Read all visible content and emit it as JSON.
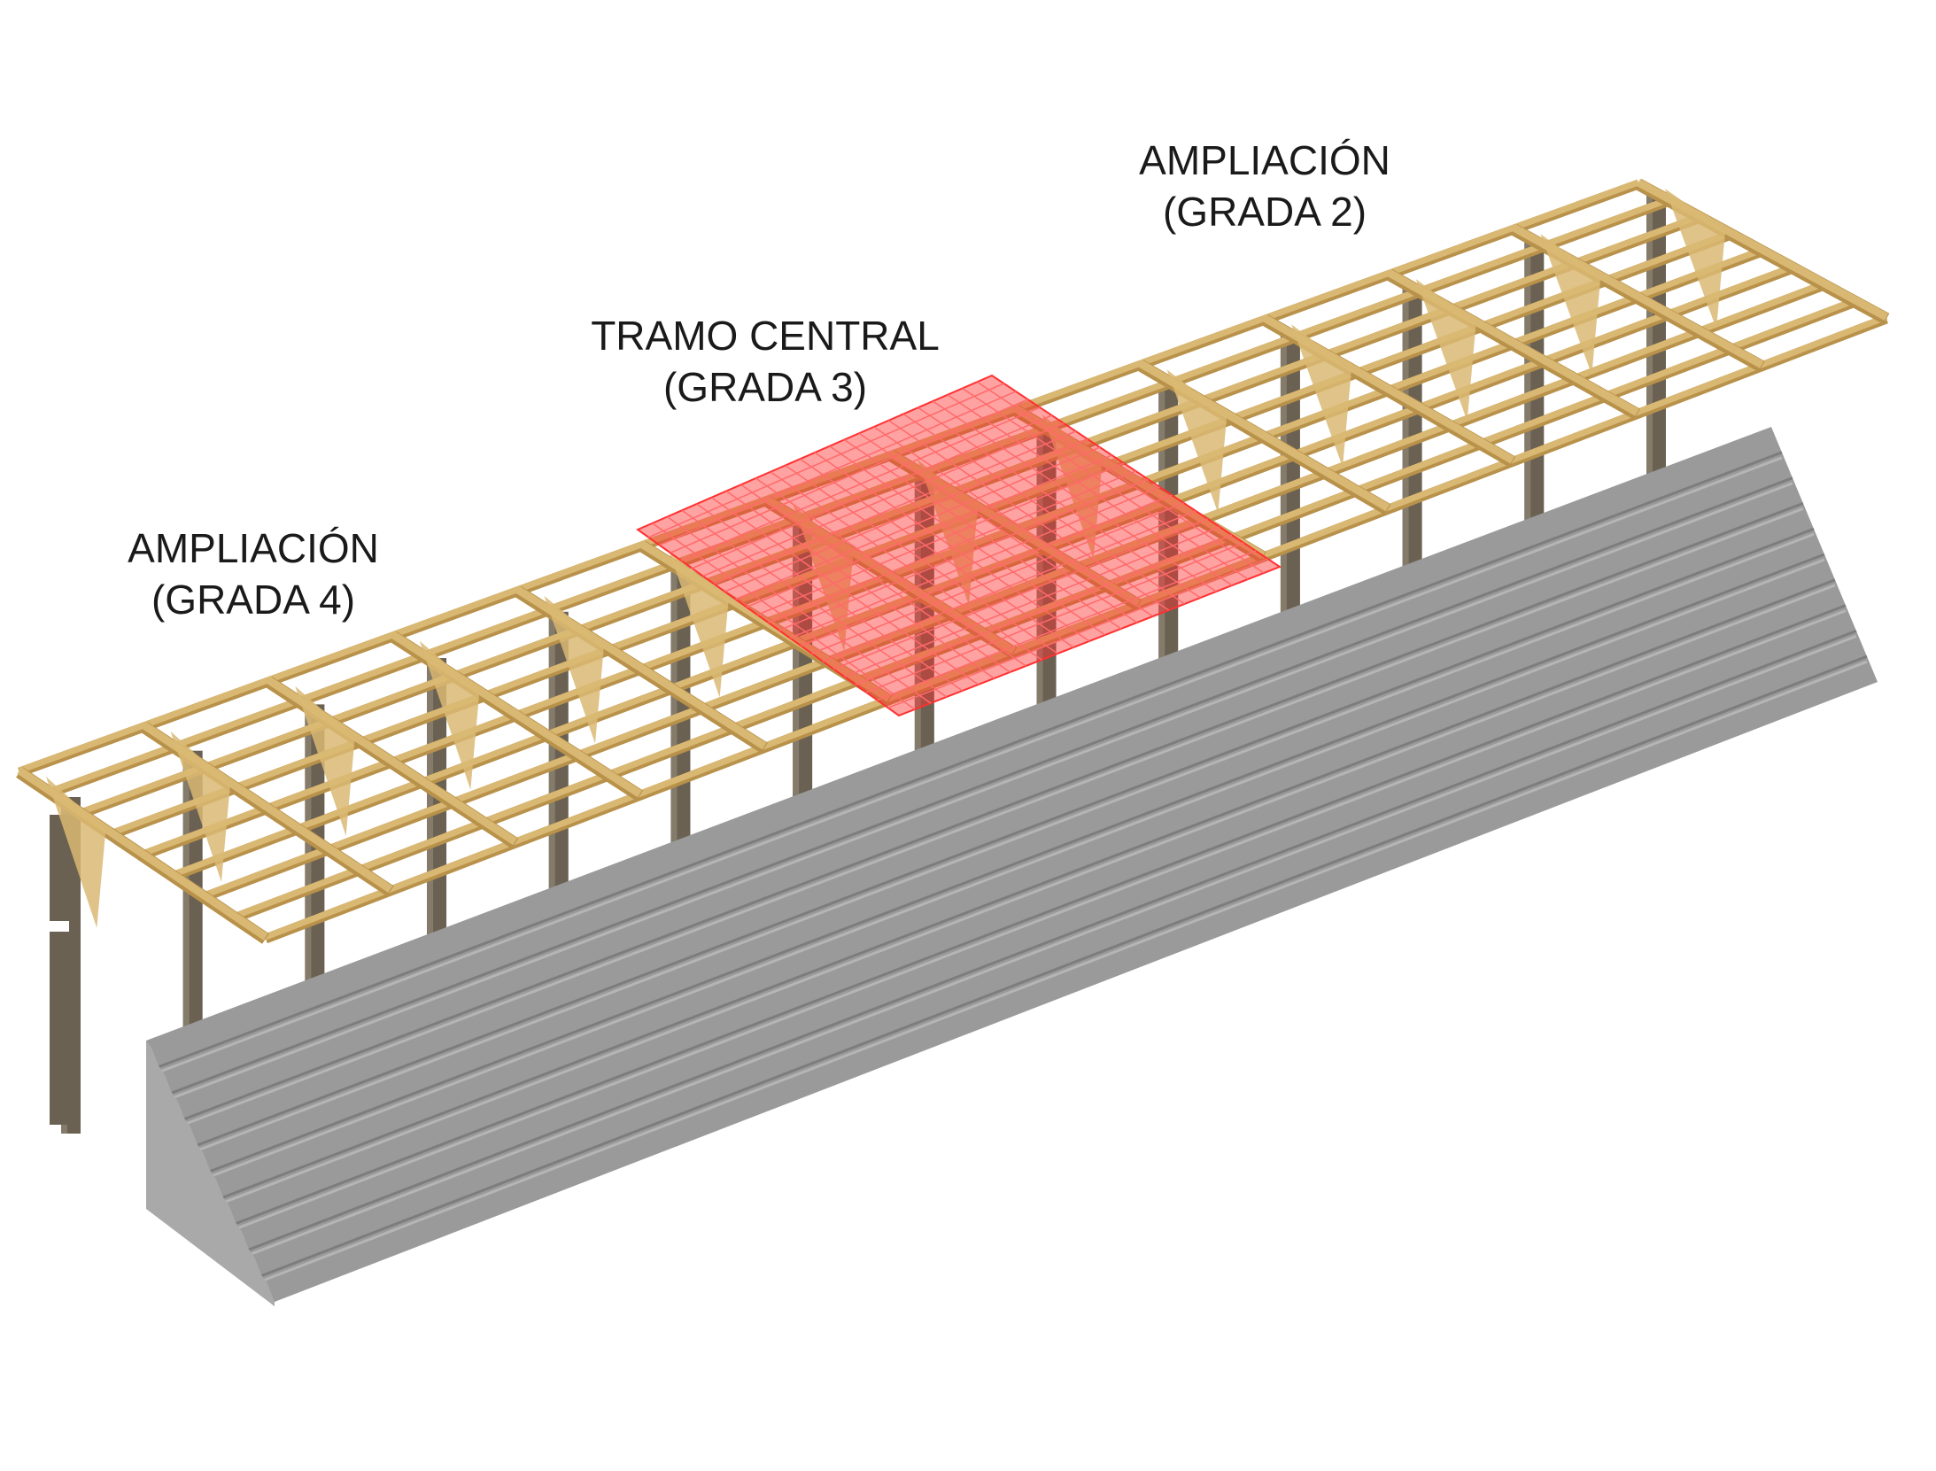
{
  "labels": {
    "ampliacion_grada_2": {
      "line1": "AMPLIACIÓN",
      "line2": "(GRADA 2)"
    },
    "tramo_central_grada_3": {
      "line1": "TRAMO CENTRAL",
      "line2": "(GRADA 3)"
    },
    "ampliacion_grada_4": {
      "line1": "AMPLIACIÓN",
      "line2": "(GRADA 4)"
    }
  },
  "colors": {
    "timber": "#d9b873",
    "timber_edge": "#b8914a",
    "column": "#6b6152",
    "concrete_top": "#9a9a9a",
    "concrete_side": "#a9a9a9",
    "highlight": "#ff3030"
  }
}
